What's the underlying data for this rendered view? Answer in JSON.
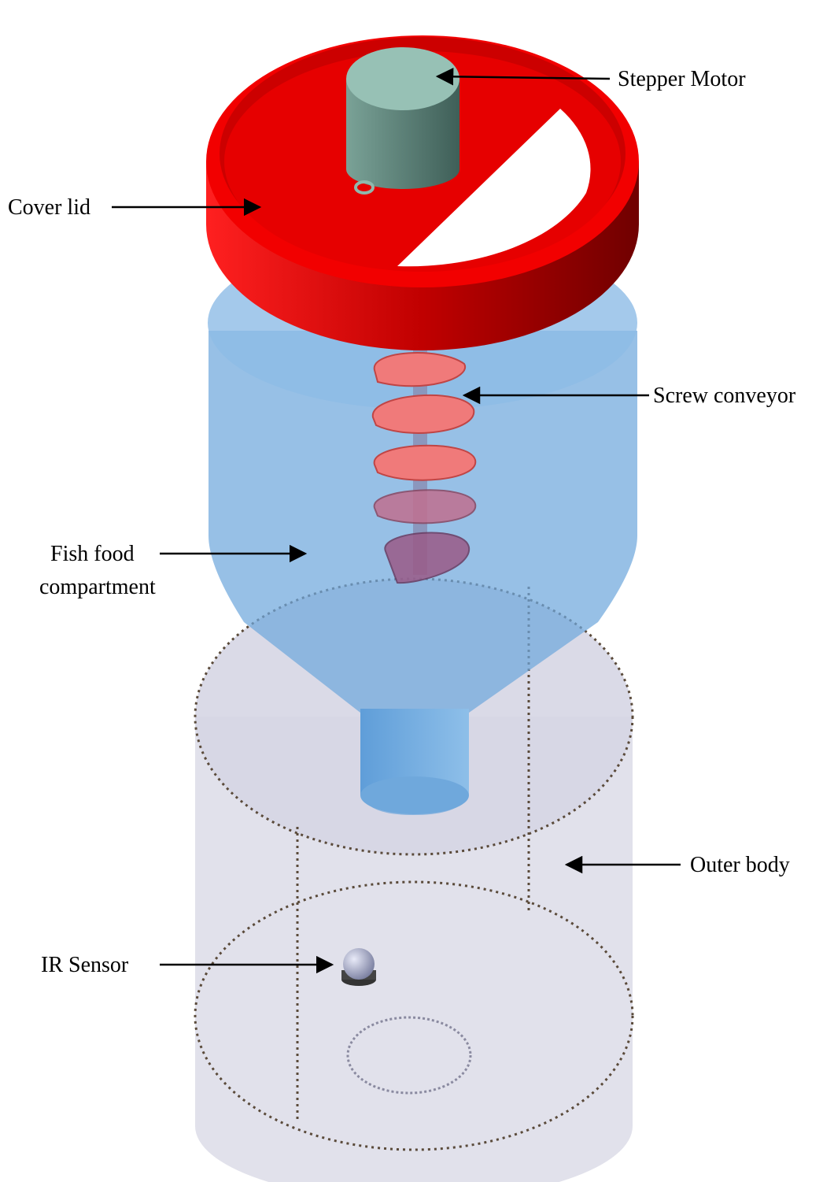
{
  "labels": {
    "stepper_motor": "Stepper Motor",
    "cover_lid": "Cover lid",
    "screw_conveyor": "Screw conveyor",
    "fish_food_line1": "Fish food",
    "fish_food_line2": "compartment",
    "outer_body": "Outer body",
    "ir_sensor": "IR Sensor"
  },
  "colors": {
    "lid": "#e60000",
    "lid_dark": "#8c0000",
    "motor": "#8fb8ad",
    "compartment": "#6fa8dc",
    "screw": "#f08080",
    "outer_body": "#d8d8e6",
    "dotted_edge": "#5a4a3a",
    "sensor": "#9a9fc0"
  }
}
